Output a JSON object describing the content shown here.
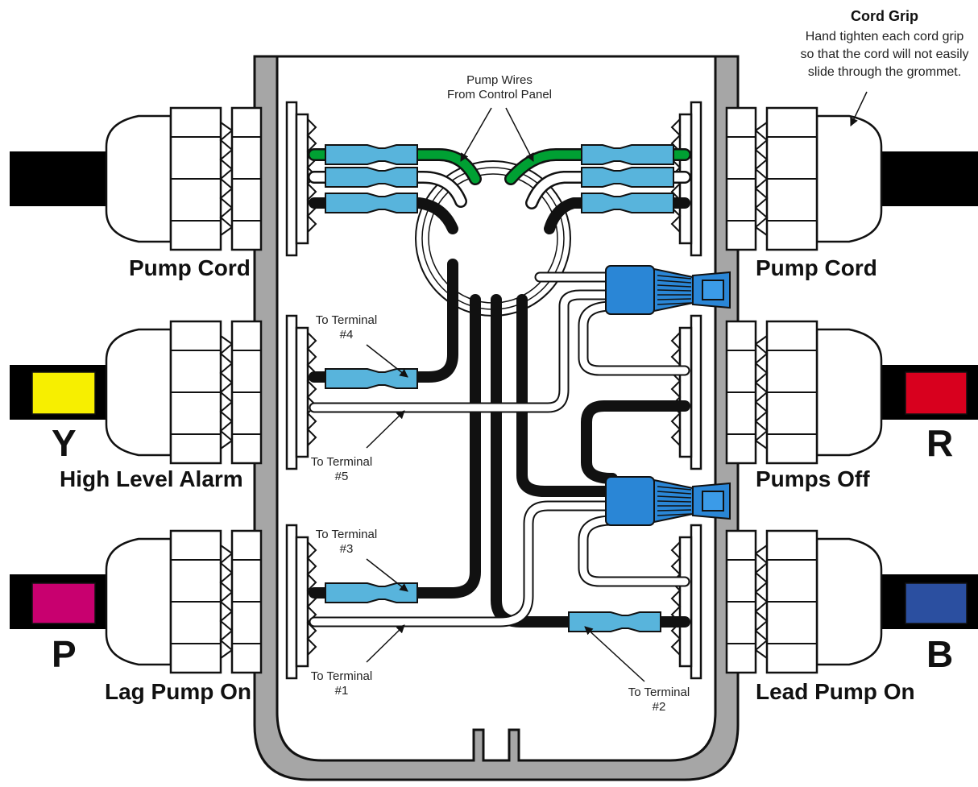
{
  "labels": {
    "pump_cord": "Pump Cord",
    "high_level_alarm": "High Level Alarm",
    "lag_pump_on": "Lag Pump On",
    "pumps_off": "Pumps Off",
    "lead_pump_on": "Lead Pump On"
  },
  "letters": {
    "y": "Y",
    "p": "P",
    "r": "R",
    "b": "B"
  },
  "callouts": {
    "pump_wires_1": "Pump Wires",
    "pump_wires_2": "From Control Panel",
    "term4_1": "To Terminal",
    "term4_2": "#4",
    "term5_1": "To Terminal",
    "term5_2": "#5",
    "term3_1": "To Terminal",
    "term3_2": "#3",
    "term1_1": "To Terminal",
    "term1_2": "#1",
    "term2_1": "To Terminal",
    "term2_2": "#2"
  },
  "cord_grip_note": {
    "title": "Cord Grip",
    "line1": "Hand tighten each cord grip",
    "line2": "so that the cord will not easily",
    "line3": "slide through the grommet."
  },
  "colors": {
    "yellow_band": "#f7ef00",
    "magenta_band": "#c8006f",
    "red_band": "#d8001e",
    "blue_band": "#2b4fa0",
    "splice": "#58b4dc",
    "connector": "#2a86d6",
    "green_wire": "#00a033",
    "housing": "#9e9e9e"
  }
}
